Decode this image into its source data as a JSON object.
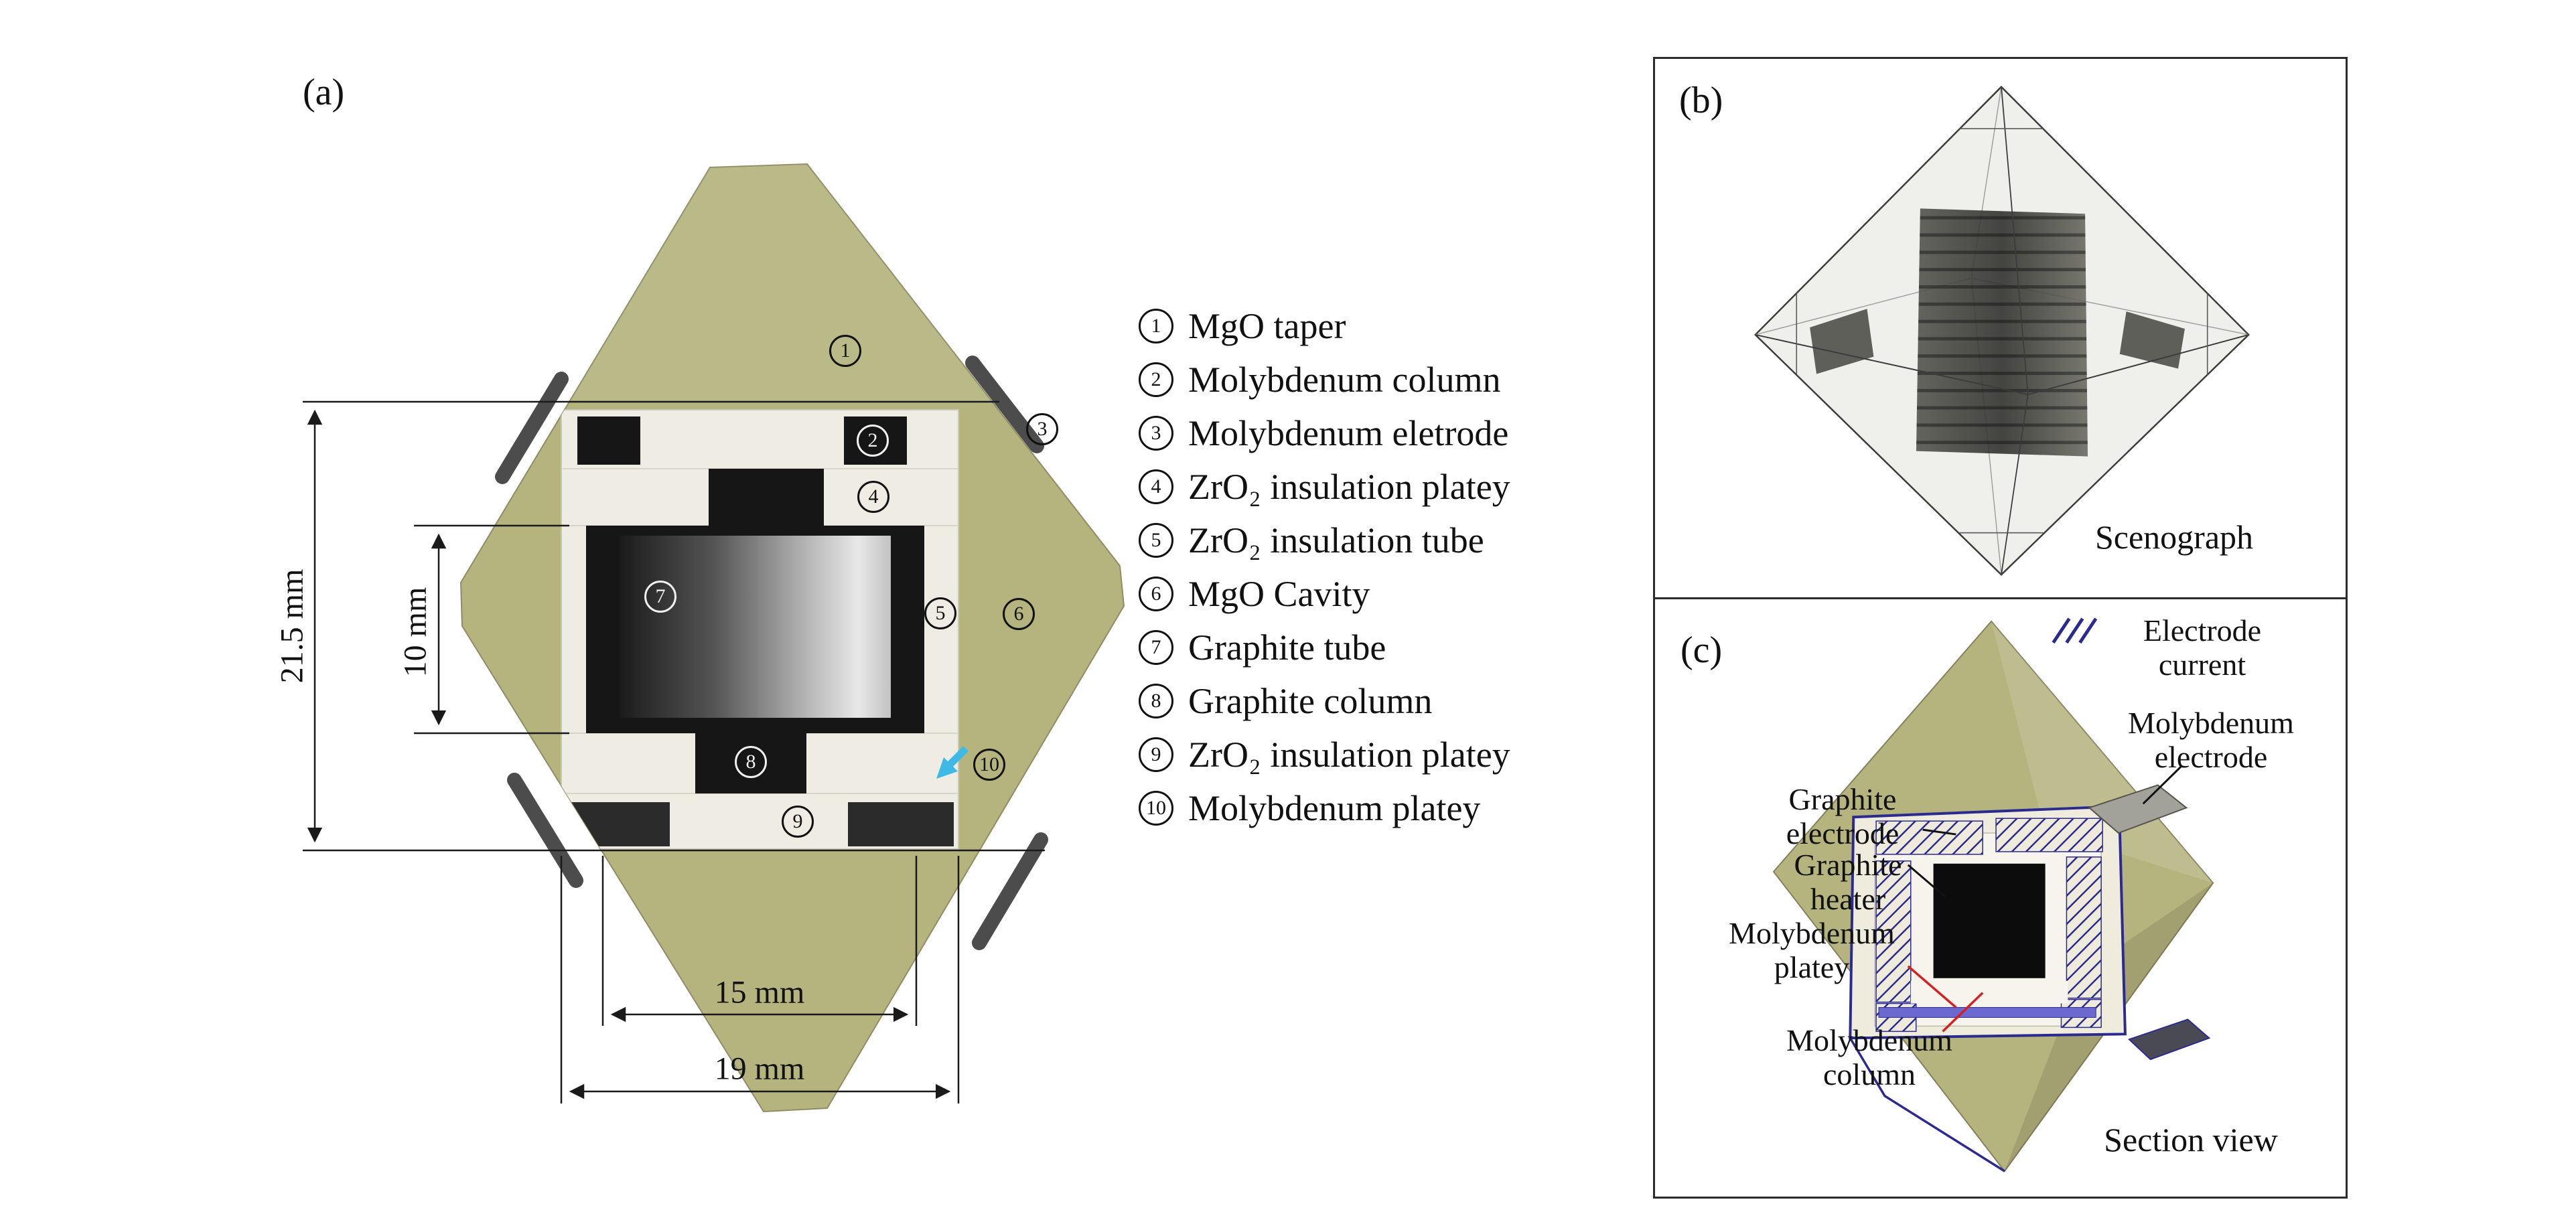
{
  "figure": {
    "colors": {
      "mgo_olive": "#b5b37e",
      "ceramic_white": "#efece4",
      "graphite_black": "#161616",
      "electrode_gray": "#4c4c4c",
      "hatch_blue": "#2b2b8f",
      "annotation_red": "#d32020",
      "pointer_cyan": "#3fb9e5"
    },
    "panel_a": {
      "label": "(a)",
      "dimensions": {
        "outer_height": "21.5 mm",
        "inner_height": "10 mm",
        "inner_width": "15 mm",
        "outer_width": "19 mm"
      },
      "legend": {
        "items": [
          {
            "num": "1",
            "label": "MgO taper"
          },
          {
            "num": "2",
            "label": "Molybdenum column"
          },
          {
            "num": "3",
            "label": "Molybdenum eletrode"
          },
          {
            "num": "4",
            "label": "ZrO₂ insulation platey"
          },
          {
            "num": "5",
            "label": "ZrO₂ insulation tube"
          },
          {
            "num": "6",
            "label": "MgO Cavity"
          },
          {
            "num": "7",
            "label": "Graphite tube"
          },
          {
            "num": "8",
            "label": "Graphite column"
          },
          {
            "num": "9",
            "label": "ZrO₂ insulation platey"
          },
          {
            "num": "10",
            "label": "Molybdenum platey"
          }
        ]
      }
    },
    "panel_b": {
      "label": "(b)",
      "caption": "Scenograph"
    },
    "panel_c": {
      "label": "(c)",
      "caption": "Section view",
      "labels": {
        "electrode_current": [
          "Electrode",
          "current"
        ],
        "molybdenum_electrode": [
          "Molybdenum",
          "electrode"
        ],
        "graphite_electrode": [
          "Graphite",
          "electrode"
        ],
        "graphite_heater": [
          "Graphite",
          "heater"
        ],
        "molybdenum_platey": [
          "Molybdenum",
          "platey"
        ],
        "molybdenum_column": [
          "Molybdenum",
          "column"
        ]
      }
    }
  }
}
